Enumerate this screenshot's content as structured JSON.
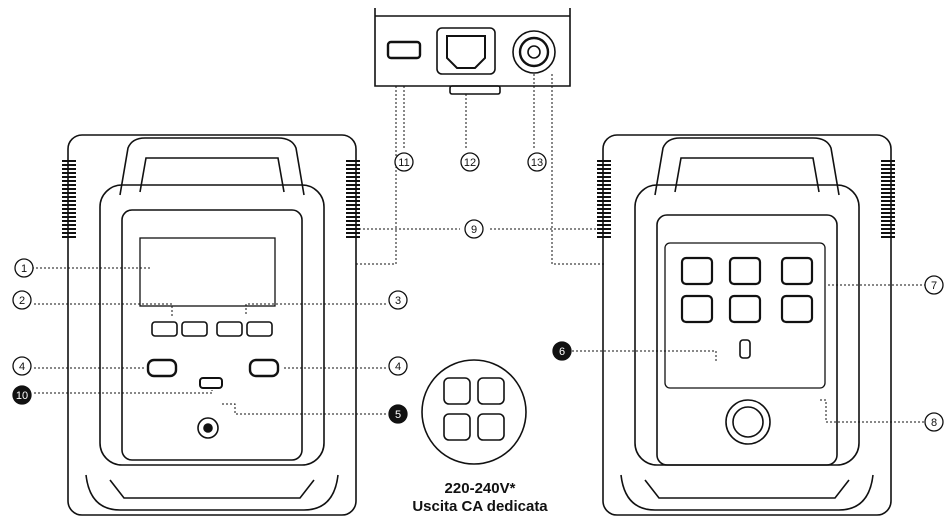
{
  "colors": {
    "ink": "#111111",
    "paper": "#ffffff",
    "callout_filled": "#111111"
  },
  "callouts": [
    {
      "label": "1",
      "filled": false
    },
    {
      "label": "2",
      "filled": false
    },
    {
      "label": "3",
      "filled": false
    },
    {
      "label": "4",
      "filled": false
    },
    {
      "label": "4",
      "filled": false
    },
    {
      "label": "10",
      "filled": true
    },
    {
      "label": "5",
      "filled": true
    },
    {
      "label": "9",
      "filled": false
    },
    {
      "label": "11",
      "filled": false
    },
    {
      "label": "12",
      "filled": false
    },
    {
      "label": "13",
      "filled": false
    },
    {
      "label": "6",
      "filled": true
    },
    {
      "label": "7",
      "filled": false
    },
    {
      "label": "8",
      "filled": false
    }
  ],
  "caption": {
    "line1": "220-240V*",
    "line2": "Uscita CA dedicata"
  }
}
